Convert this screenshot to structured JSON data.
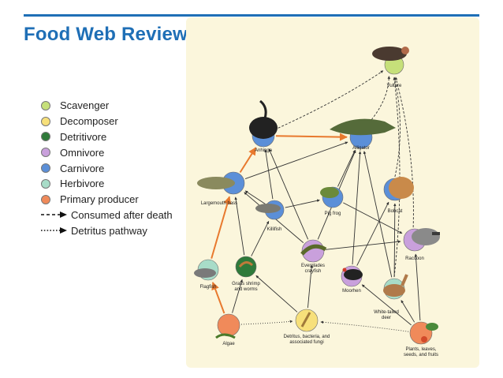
{
  "slide": {
    "title": "Food Web Review"
  },
  "colors": {
    "title_blue": "#1f6fb6",
    "panel_bg": "#fbf6dc",
    "scavenger": "#c6e07a",
    "decomposer": "#f7e07a",
    "detritivore": "#2f7a3a",
    "omnivore": "#c9a0dc",
    "carnivore": "#5b8fd8",
    "herbivore": "#a8dcc8",
    "primary_producer": "#f08a5a",
    "feeding_arrow": "#e8792e",
    "arrow_dark": "#333333"
  },
  "legend": [
    {
      "label": "Scavenger",
      "color_key": "scavenger",
      "kind": "dot"
    },
    {
      "label": "Decomposer",
      "color_key": "decomposer",
      "kind": "dot"
    },
    {
      "label": "Detritivore",
      "color_key": "detritivore",
      "kind": "dot"
    },
    {
      "label": "Omnivore",
      "color_key": "omnivore",
      "kind": "dot"
    },
    {
      "label": "Carnivore",
      "color_key": "carnivore",
      "kind": "dot"
    },
    {
      "label": "Herbivore",
      "color_key": "herbivore",
      "kind": "dot"
    },
    {
      "label": "Primary producer",
      "color_key": "primary_producer",
      "kind": "dot"
    },
    {
      "label": "Consumed after death",
      "kind": "dashed-arrow"
    },
    {
      "label": "Detritus pathway",
      "kind": "dotted-arrow"
    }
  ],
  "nodes": [
    {
      "id": "vulture",
      "lines": [
        "Vulture"
      ],
      "role": "scavenger",
      "icon": "vulture-icon"
    },
    {
      "id": "anhinga",
      "lines": [
        "Anhinga"
      ],
      "role": "carnivore",
      "icon": "anhinga-icon"
    },
    {
      "id": "alligator",
      "lines": [
        "Alligator"
      ],
      "role": "carnivore",
      "icon": "alligator-icon"
    },
    {
      "id": "bass",
      "lines": [
        "Largemouth bass"
      ],
      "role": "carnivore",
      "icon": "bass-icon"
    },
    {
      "id": "killifish",
      "lines": [
        "Killifish"
      ],
      "role": "carnivore",
      "icon": "killifish-icon"
    },
    {
      "id": "pigfrog",
      "lines": [
        "Pig frog"
      ],
      "role": "carnivore",
      "icon": "frog-icon"
    },
    {
      "id": "bobcat",
      "lines": [
        "Bobcat"
      ],
      "role": "carnivore",
      "icon": "bobcat-icon"
    },
    {
      "id": "raccoon",
      "lines": [
        "Raccoon"
      ],
      "role": "omnivore",
      "icon": "raccoon-icon"
    },
    {
      "id": "crayfish",
      "lines": [
        "Everglades",
        "crayfish"
      ],
      "role": "omnivore",
      "icon": "crayfish-icon"
    },
    {
      "id": "moorhen",
      "lines": [
        "Moorhen"
      ],
      "role": "omnivore",
      "icon": "moorhen-icon"
    },
    {
      "id": "flagfish",
      "lines": [
        "Flagfish"
      ],
      "role": "herbivore",
      "icon": "flagfish-icon"
    },
    {
      "id": "shrimp",
      "lines": [
        "Grass shrimp",
        "and worms"
      ],
      "role": "detritivore",
      "icon": "shrimp-icon"
    },
    {
      "id": "deer",
      "lines": [
        "White-tailed",
        "deer"
      ],
      "role": "herbivore",
      "icon": "deer-icon"
    },
    {
      "id": "algae",
      "lines": [
        "Algae"
      ],
      "role": "primary_producer",
      "icon": "algae-icon"
    },
    {
      "id": "detritus",
      "lines": [
        "Detritus, bacteria, and",
        "associated fungi"
      ],
      "role": "decomposer",
      "icon": "detritus-icon"
    },
    {
      "id": "plants",
      "lines": [
        "Plants, leaves,",
        "seeds, and fruits"
      ],
      "role": "primary_producer",
      "icon": "plants-icon"
    }
  ],
  "edges": [
    {
      "from": "algae",
      "to": "flagfish",
      "style": "feeding-orange"
    },
    {
      "from": "flagfish",
      "to": "bass",
      "style": "feeding-orange"
    },
    {
      "from": "bass",
      "to": "anhinga",
      "style": "feeding-orange"
    },
    {
      "from": "anhinga",
      "to": "alligator",
      "style": "feeding-orange"
    },
    {
      "from": "algae",
      "to": "shrimp",
      "style": "feeding"
    },
    {
      "from": "shrimp",
      "to": "killifish",
      "style": "feeding"
    },
    {
      "from": "shrimp",
      "to": "bass",
      "style": "feeding"
    },
    {
      "from": "killifish",
      "to": "bass",
      "style": "feeding"
    },
    {
      "from": "killifish",
      "to": "anhinga",
      "style": "feeding"
    },
    {
      "from": "killifish",
      "to": "pigfrog",
      "style": "feeding"
    },
    {
      "from": "detritus",
      "to": "shrimp",
      "style": "feeding"
    },
    {
      "from": "detritus",
      "to": "crayfish",
      "style": "feeding"
    },
    {
      "from": "crayfish",
      "to": "anhinga",
      "style": "feeding"
    },
    {
      "from": "crayfish",
      "to": "alligator",
      "style": "feeding"
    },
    {
      "from": "crayfish",
      "to": "raccoon",
      "style": "feeding"
    },
    {
      "from": "crayfish",
      "to": "bass",
      "style": "feeding"
    },
    {
      "from": "pigfrog",
      "to": "alligator",
      "style": "feeding"
    },
    {
      "from": "pigfrog",
      "to": "raccoon",
      "style": "feeding"
    },
    {
      "from": "bass",
      "to": "alligator",
      "style": "feeding"
    },
    {
      "from": "moorhen",
      "to": "alligator",
      "style": "feeding"
    },
    {
      "from": "moorhen",
      "to": "bobcat",
      "style": "feeding"
    },
    {
      "from": "deer",
      "to": "bobcat",
      "style": "feeding"
    },
    {
      "from": "deer",
      "to": "alligator",
      "style": "feeding"
    },
    {
      "from": "plants",
      "to": "deer",
      "style": "feeding"
    },
    {
      "from": "plants",
      "to": "moorhen",
      "style": "feeding"
    },
    {
      "from": "plants",
      "to": "raccoon",
      "style": "feeding"
    },
    {
      "from": "anhinga",
      "to": "vulture",
      "style": "dashed"
    },
    {
      "from": "alligator",
      "to": "vulture",
      "style": "dashed"
    },
    {
      "from": "bobcat",
      "to": "vulture",
      "style": "dashed"
    },
    {
      "from": "raccoon",
      "to": "vulture",
      "style": "dashed"
    },
    {
      "from": "deer",
      "to": "vulture",
      "style": "dashed"
    },
    {
      "from": "plants",
      "to": "detritus",
      "style": "dotted"
    },
    {
      "from": "algae",
      "to": "detritus",
      "style": "dotted"
    }
  ]
}
